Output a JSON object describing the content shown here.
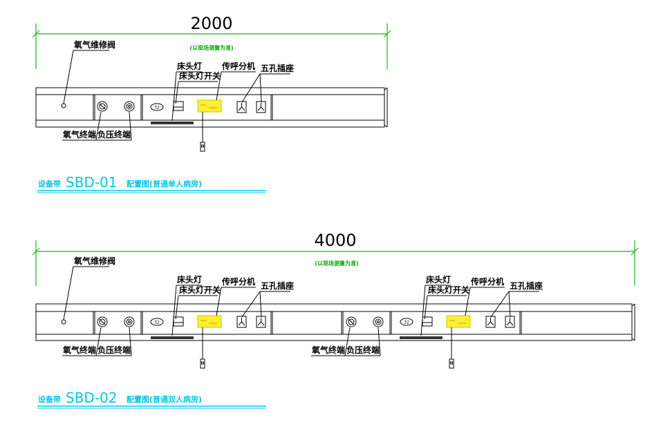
{
  "panels": [
    {
      "dimension": "2000",
      "note": "(以现场测量为准)",
      "labels": {
        "oxygen_valve": "氧气维修阀",
        "bed_light": "床头灯",
        "bed_light_switch": "床头灯开关",
        "call_unit": "传呼分机",
        "socket": "五孔插座",
        "oxygen_terminal": "氧气终端",
        "vacuum_terminal": "负压终端"
      },
      "caption": {
        "prefix": "设备带",
        "code": "SBD-01",
        "suffix": "配置图(普通单人病房)"
      }
    },
    {
      "dimension": "4000",
      "note": "(以现场测量为准)",
      "labels": {
        "oxygen_valve": "氧气维修阀",
        "bed_light": "床头灯",
        "bed_light_switch": "床头灯开关",
        "call_unit": "传呼分机",
        "socket": "五孔插座",
        "oxygen_terminal": "氧气终端",
        "vacuum_terminal": "负压终端"
      },
      "caption": {
        "prefix": "设备带",
        "code": "SBD-02",
        "suffix": "配置图(普通双人病房)"
      }
    }
  ],
  "colors": {
    "ink": "#000000",
    "dimension_line": "#17b517",
    "caption": "#00c8e8",
    "call_unit": "#ffee33"
  }
}
